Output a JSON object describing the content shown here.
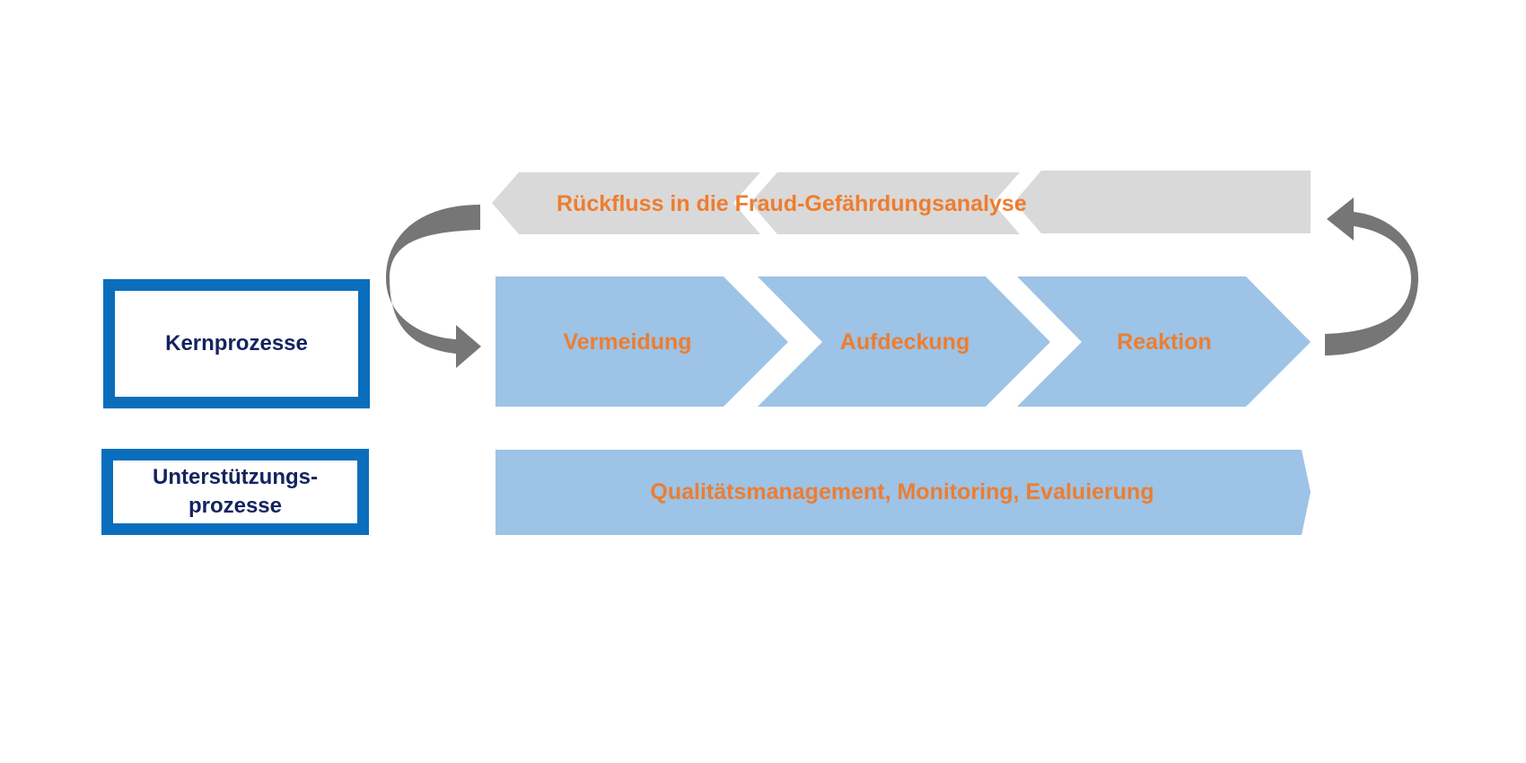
{
  "labels": {
    "core": "Kernprozesse",
    "support_line1": "Unterstützungs-",
    "support_line2": "prozesse"
  },
  "feedback": {
    "text": "Rückfluss in die Fraud-Gefährdungsanalyse"
  },
  "core_steps": [
    "Vermeidung",
    "Aufdeckung",
    "Reaktion"
  ],
  "support_bar": {
    "text": "Qualitätsmanagement, Monitoring, Evaluierung"
  },
  "colors": {
    "box_border": "#0a6ebd",
    "label_text": "#12235f",
    "shape_text": "#ee7d2f",
    "chevron_fill": "#9dc3e6",
    "feedback_fill": "#d9d9d9",
    "arrow_fill": "#767676"
  }
}
